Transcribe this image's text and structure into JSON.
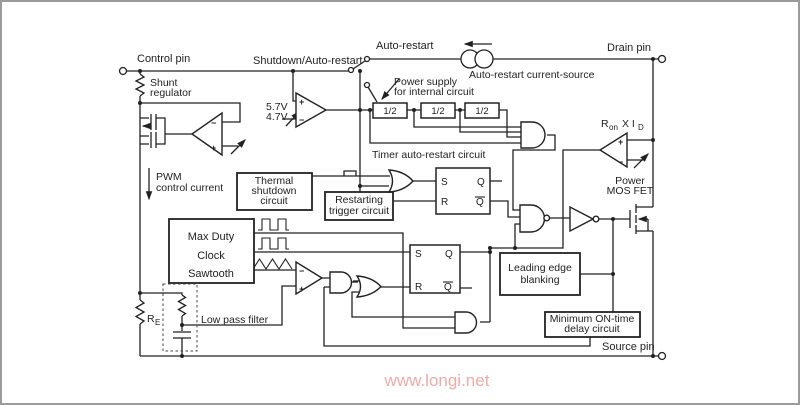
{
  "watermark": "www.longi.net",
  "pins": {
    "control": "Control pin",
    "shutdown": "Shutdown/Auto-restart",
    "auto_restart": "Auto-restart",
    "drain": "Drain pin",
    "source": "Source pin"
  },
  "labels": {
    "shunt_line1": "Shunt",
    "shunt_line2": "regulator",
    "pwm_line1": "PWM",
    "pwm_line2": "control current",
    "vref_high": "5.7V",
    "vref_low": "4.7V",
    "psu_line1": "Power supply",
    "psu_line2": "for internal circuit",
    "current_source": "Auto-restart current-source",
    "timer": "Timer auto-restart circuit",
    "ron_base": "R",
    "ron_sub": "on",
    "ron_mid": "X I",
    "ron_sub2": "D",
    "mosfet_line1": "Power",
    "mosfet_line2": "MOS FET",
    "re_base": "R",
    "re_sub": "E",
    "low_pass": "Low pass filter",
    "divider": "1/2",
    "ff_s": "S",
    "ff_r": "R",
    "ff_q": "Q",
    "ff_qbar": "Q",
    "plus": "+",
    "minus": "−"
  },
  "blocks": {
    "thermal": [
      "Thermal",
      "shutdown",
      "circuit"
    ],
    "restarting": [
      "Restarting",
      "trigger circuit"
    ],
    "oscillator": [
      "Max Duty",
      "Clock",
      "Sawtooth"
    ],
    "leb": [
      "Leading edge",
      "blanking"
    ],
    "min_on": [
      "Minimum ON-time",
      "delay circuit"
    ]
  },
  "colors": {
    "wire": "#222222",
    "watermark": "#f0aba7",
    "frame_border": "#9b9b9b"
  }
}
